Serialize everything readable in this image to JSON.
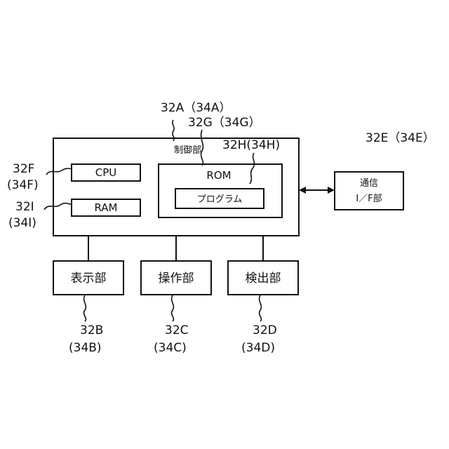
{
  "labels": {
    "control_unit_ref": "32A（34A）",
    "control_unit_name": "制御部",
    "rom_ref": "32G（34G）",
    "program_ref": "32H(34H)",
    "cpu_ref_line1": "32F",
    "cpu_ref_line2": "(34F)",
    "ram_ref_line1": "32I",
    "ram_ref_line2": "(34I)",
    "comm_ref": "32E（34E）",
    "display_ref_line1": "32B",
    "display_ref_line2": "(34B)",
    "operation_ref_line1": "32C",
    "operation_ref_line2": "(34C)",
    "detection_ref_line1": "32D",
    "detection_ref_line2": "(34D)"
  },
  "blocks": {
    "cpu": "CPU",
    "ram": "RAM",
    "rom": "ROM",
    "program": "プログラム",
    "comm_line1": "通信",
    "comm_line2": "I／F部",
    "display": "表示部",
    "operation": "操作部",
    "detection": "検出部"
  }
}
